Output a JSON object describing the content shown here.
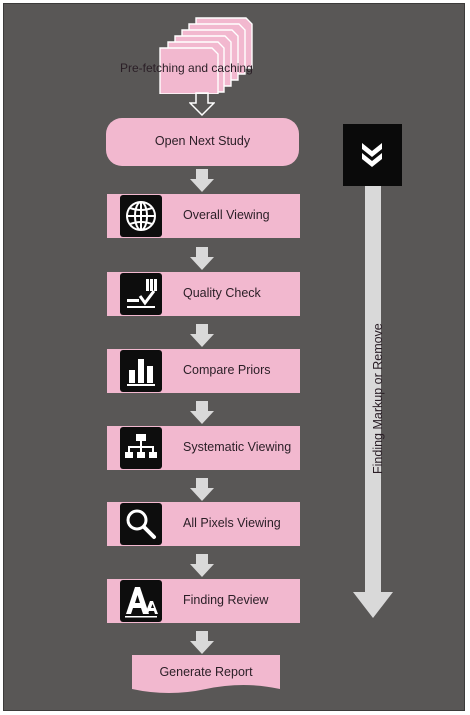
{
  "prefetch": {
    "label": "Pre-fetching and caching"
  },
  "open_study": {
    "label": "Open Next Study"
  },
  "steps": [
    {
      "label": "Overall Viewing",
      "icon": "globe-icon"
    },
    {
      "label": "Quality Check",
      "icon": "quality-check-icon"
    },
    {
      "label": "Compare Priors",
      "icon": "bar-chart-icon"
    },
    {
      "label": "Systematic Viewing",
      "icon": "hierarchy-icon"
    },
    {
      "label": "All Pixels Viewing",
      "icon": "magnifier-icon"
    },
    {
      "label": "Finding Review",
      "icon": "font-aa-icon"
    }
  ],
  "report": {
    "label": "Generate Report"
  },
  "side": {
    "label": "Finding Markup or Remove",
    "icon": "double-chevron-down-icon"
  },
  "colors": {
    "background": "#595756",
    "box": "#f2b8cf",
    "arrow": "#d9d9d9",
    "icon_bg": "#0d0d0d"
  }
}
